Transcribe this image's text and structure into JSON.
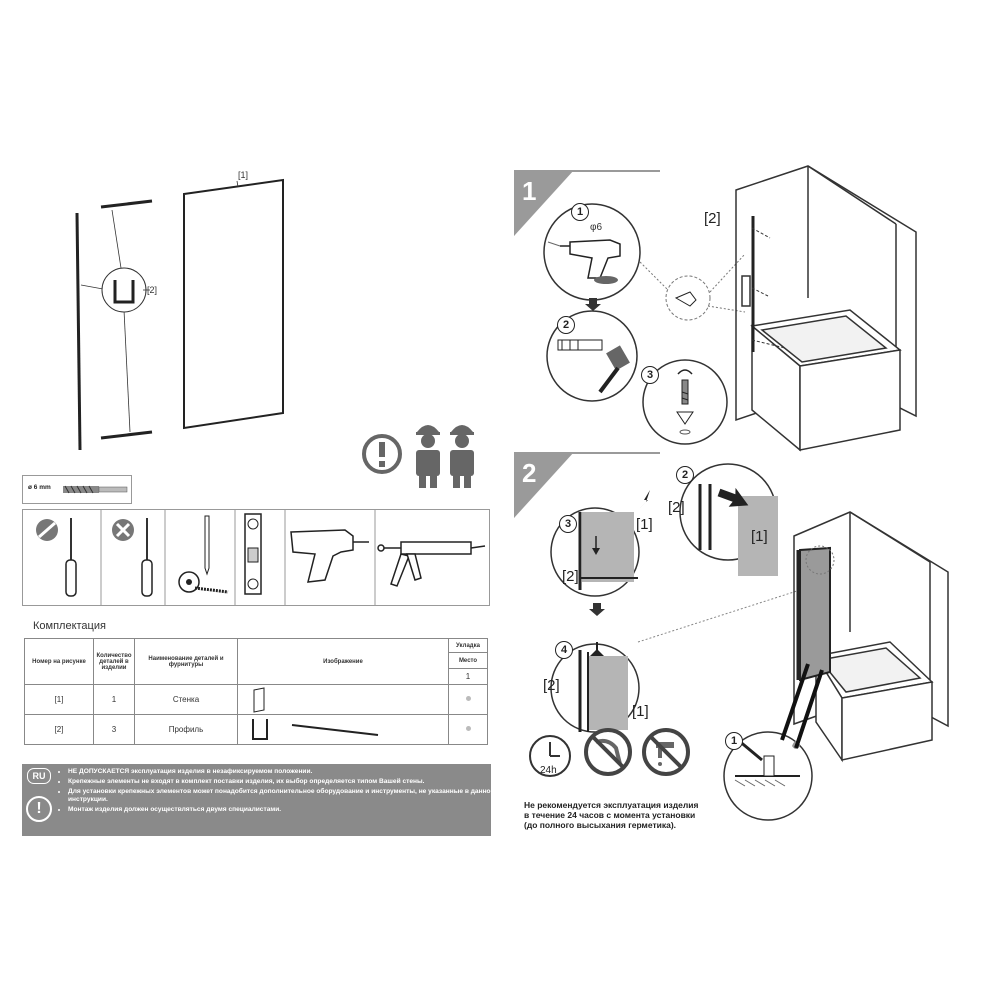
{
  "parts": {
    "label_1": "[1]",
    "label_2": "[2]"
  },
  "drill": {
    "size_label": "ø 6 mm"
  },
  "kit": {
    "title": "Комплектация",
    "headers": {
      "number": "Номер на рисунке",
      "qty": "Количество деталей в изделии",
      "name": "Наименование деталей и фурнитуры",
      "image": "Изображение",
      "packing": "Укладка",
      "place": "Место",
      "place_num": "1"
    },
    "rows": [
      {
        "number": "[1]",
        "qty": "1",
        "name": "Стенка"
      },
      {
        "number": "[2]",
        "qty": "3",
        "name": "Профиль"
      }
    ]
  },
  "notes": {
    "lang_badge": "RU",
    "warn_badge": "!",
    "items": [
      "НЕ ДОПУСКАЕТСЯ эксплуатация изделия в незафиксируемом положении.",
      "Крепежные элементы не входят в комплект поставки изделия, их выбор определяется типом Вашей стены.",
      "Для установки крепежных элементов может понадобится дополнительное оборудование и инструменты, не указанные в данной инструкции.",
      "Монтаж изделия должен осуществляться двумя специалистами."
    ]
  },
  "step1": {
    "number": "1",
    "sub1": "1",
    "sub2": "2",
    "sub3": "3",
    "drill_label": "φ6",
    "part_label": "[2]"
  },
  "step2": {
    "number": "2",
    "sub1": "1",
    "sub2": "2",
    "sub3": "3",
    "sub4": "4",
    "label_1": "[1]",
    "label_2": "[2]",
    "time_label": "24h",
    "caption_lines": [
      "Не рекомендуется эксплуатация изделия",
      "в течение 24 часов с момента установки",
      "(до полного высыхания герметика)."
    ]
  },
  "colors": {
    "flag_gray": "#9a9a9a",
    "note_bg": "#8a8a8a",
    "glass": "#b5b5b5"
  }
}
